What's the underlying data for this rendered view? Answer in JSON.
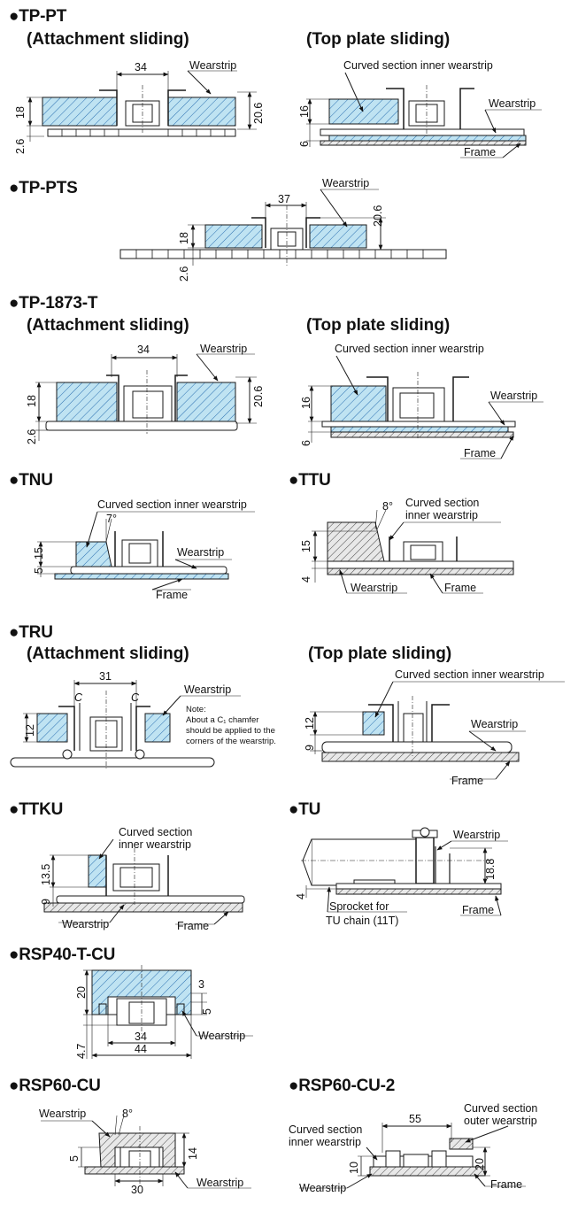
{
  "sections": {
    "tppt": {
      "title": "●TP-PT",
      "left_sub": "(Attachment sliding)",
      "right_sub": "(Top plate sliding)",
      "d34": "34",
      "d18": "18",
      "d206": "20.6",
      "d26": "2.6",
      "wearstrip": "Wearstrip",
      "curved": "Curved section inner wearstrip",
      "wearstrip_r": "Wearstrip",
      "frame": "Frame",
      "d16": "16",
      "d6": "6"
    },
    "tppts": {
      "title": "●TP-PTS",
      "wearstrip": "Wearstrip",
      "d37": "37",
      "d206": "20.6",
      "d18": "18",
      "d26": "2.6"
    },
    "tp1873": {
      "title": "●TP-1873-T",
      "left_sub": "(Attachment sliding)",
      "right_sub": "(Top plate sliding)",
      "d34": "34",
      "d18": "18",
      "d206": "20.6",
      "d26": "2.6",
      "wearstrip": "Wearstrip",
      "curved": "Curved section inner wearstrip",
      "wearstrip_r": "Wearstrip",
      "frame": "Frame",
      "d16": "16",
      "d6": "6"
    },
    "tnu": {
      "title": "●TNU",
      "curved": "Curved section inner wearstrip",
      "angle": "7°",
      "wearstrip": "Wearstrip",
      "frame": "Frame",
      "d5": "5",
      "d15": "15"
    },
    "ttu": {
      "title": "●TTU",
      "angle": "8°",
      "curved1": "Curved section",
      "curved2": "inner wearstrip",
      "d15": "15",
      "d4": "4",
      "wearstrip": "Wearstrip",
      "frame": "Frame"
    },
    "tru": {
      "title": "●TRU",
      "left_sub": "(Attachment sliding)",
      "right_sub": "(Top plate sliding)",
      "d31": "31",
      "c1a": "C",
      "c1b": "C",
      "wearstrip": "Wearstrip",
      "note1": "Note:",
      "note2": "About a C₁ chamfer",
      "note3": "should be applied to the",
      "note4": "corners of the wearstrip.",
      "d12": "12",
      "curved": "Curved section inner wearstrip",
      "wearstrip_r": "Wearstrip",
      "d12r": "12",
      "d9r": "9",
      "frame": "Frame"
    },
    "ttku": {
      "title": "●TTKU",
      "curved1": "Curved section",
      "curved2": "inner wearstrip",
      "d135": "13.5",
      "d9": "9",
      "wearstrip": "Wearstrip",
      "frame": "Frame"
    },
    "tu": {
      "title": "●TU",
      "wearstrip": "Wearstrip",
      "d188": "18.8",
      "d4": "4",
      "sprocket1": "Sprocket for",
      "sprocket2": "TU chain (11T)",
      "frame": "Frame"
    },
    "rsp40": {
      "title": "●RSP40-T-CU",
      "d20": "20",
      "d3": "3",
      "d5": "5",
      "d34": "34",
      "d44": "44",
      "d47": "4.7",
      "wearstrip": "Wearstrip"
    },
    "rsp60": {
      "title": "●RSP60-CU",
      "wearstrip": "Wearstrip",
      "angle": "8°",
      "d5": "5",
      "d14": "14",
      "d30": "30",
      "wearstrip2": "Wearstrip"
    },
    "rsp60_2": {
      "title": "●RSP60-CU-2",
      "outer1": "Curved section",
      "outer2": "outer wearstrip",
      "inner1": "Curved section",
      "inner2": "inner wearstrip",
      "d55": "55",
      "d20": "20",
      "d10": "10",
      "wearstrip": "Wearstrip",
      "frame": "Frame"
    }
  },
  "colors": {
    "wearstrip_fill": "#bfe3f2",
    "hatch": "#2a6fb0",
    "line": "#1a1a1a",
    "frame_fill": "#e8e8e8"
  }
}
